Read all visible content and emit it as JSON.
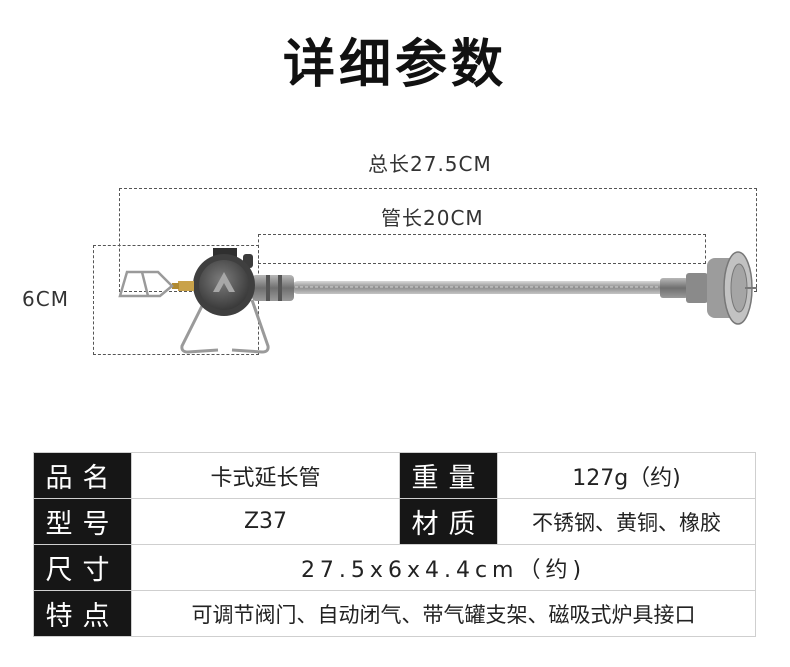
{
  "title": "详细参数",
  "dimensions": {
    "total_length": "总长27.5CM",
    "tube_length": "管长20CM",
    "height": "6CM"
  },
  "specs": {
    "name_label": "品名",
    "name_value": "卡式延长管",
    "weight_label": "重量",
    "weight_value": "127g（约)",
    "model_label": "型号",
    "model_value": "Z37",
    "material_label": "材质",
    "material_value": "不锈钢、黄铜、橡胶",
    "size_label": "尺寸",
    "size_value": "27.5x6x4.4cm（约)",
    "features_label": "特点",
    "features_value": "可调节阀门、自动闭气、带气罐支架、磁吸式炉具接口"
  }
}
